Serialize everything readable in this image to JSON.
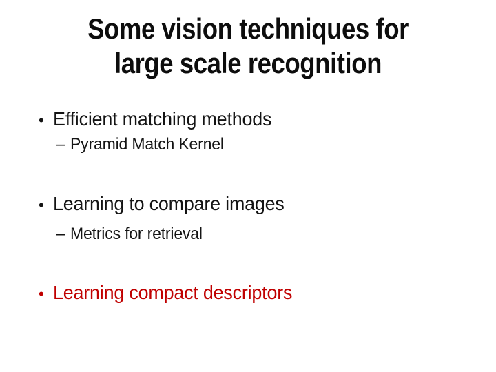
{
  "slide": {
    "background": "#ffffff",
    "title": {
      "lines": [
        "Some vision techniques for",
        "large scale recognition"
      ],
      "color": "#0d0d0d"
    },
    "bullets": [
      {
        "level": 1,
        "marker": "•",
        "text": "Efficient matching methods",
        "color": "#141414"
      },
      {
        "level": 2,
        "marker": "–",
        "text": "Pyramid Match Kernel",
        "color": "#141414"
      },
      {
        "level": 1,
        "marker": "•",
        "text": "Learning to compare images",
        "color": "#141414"
      },
      {
        "level": 2,
        "marker": "–",
        "text": "Metrics for retrieval",
        "color": "#141414"
      },
      {
        "level": 1,
        "marker": "•",
        "text": "Learning compact descriptors",
        "color": "#c00000"
      }
    ],
    "colors": {
      "text": "#141414",
      "accent_red": "#c00000"
    }
  }
}
